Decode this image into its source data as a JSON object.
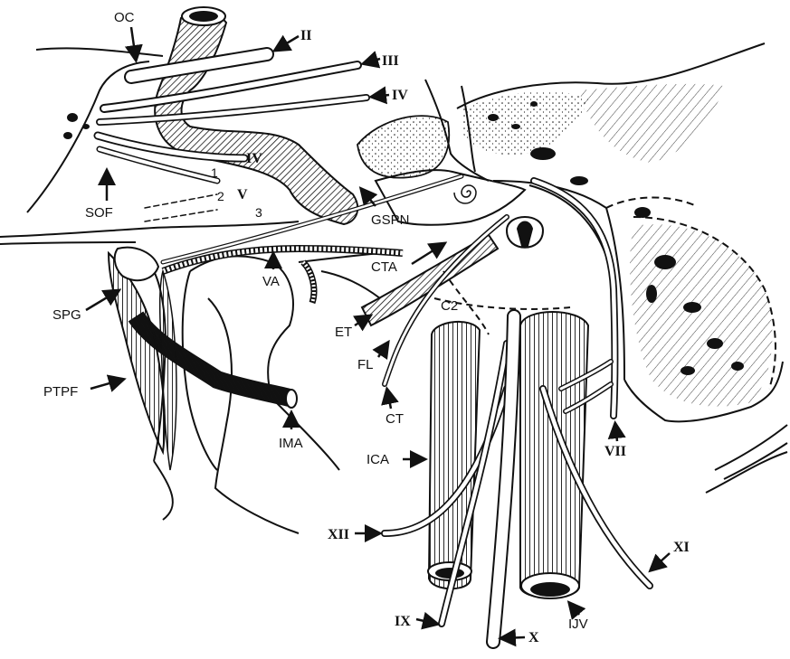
{
  "labels": {
    "oc": "OC",
    "cn_ii": "II",
    "cn_iii": "III",
    "cn_iv_upper": "IV",
    "cn_iv_lower": "IV",
    "cn_v": "V",
    "v1": "1",
    "v2": "2",
    "v3": "3",
    "sof": "SOF",
    "gspn": "GSPN",
    "cta": "CTA",
    "c2": "C2",
    "va": "VA",
    "spg": "SPG",
    "ptpf": "PTPF",
    "ima": "IMA",
    "et": "ET",
    "fl": "FL",
    "ct": "CT",
    "ica": "ICA",
    "cn_vii": "VII",
    "cn_xii": "XII",
    "cn_xi": "XI",
    "cn_ix": "IX",
    "cn_x": "X",
    "ijv": "IJV"
  },
  "colors": {
    "ink": "#111111",
    "paper": "#ffffff"
  }
}
